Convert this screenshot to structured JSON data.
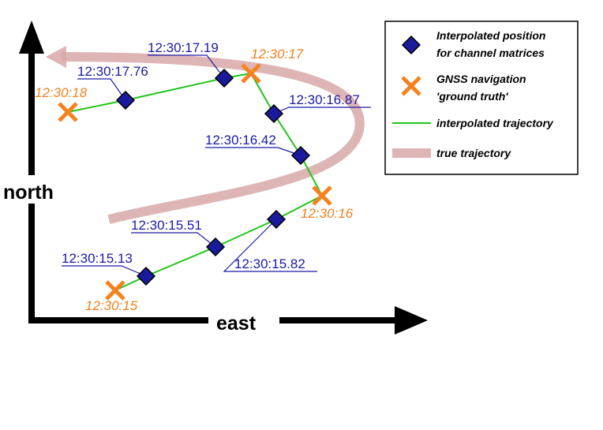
{
  "axes": {
    "x_label": "east",
    "y_label": "north"
  },
  "colors": {
    "interpolated_marker": "#1a1a9c",
    "gnss_marker": "#f58220",
    "interpolated_line": "#22c41c",
    "true_trajectory": "#d8a8a8",
    "blue_label": "#1a1aa6",
    "orange_label": "#f08020"
  },
  "interpolated_points": [
    {
      "time": "12:30:15.13"
    },
    {
      "time": "12:30:15.51"
    },
    {
      "time": "12:30:15.82"
    },
    {
      "time": "12:30:16.42"
    },
    {
      "time": "12:30:16.87"
    },
    {
      "time": "12:30:17.19"
    },
    {
      "time": "12:30:17.76"
    }
  ],
  "gnss_points": [
    {
      "time": "12:30:15"
    },
    {
      "time": "12:30:16"
    },
    {
      "time": "12:30:17"
    },
    {
      "time": "12:30:18"
    }
  ],
  "legend": {
    "interpolated_line1": "Interpolated position",
    "interpolated_line2": "for channel matrices",
    "gnss_line1": "GNSS navigation",
    "gnss_line2": "'ground truth'",
    "interp_traj": "interpolated trajectory",
    "true_traj": "true trajectory"
  }
}
